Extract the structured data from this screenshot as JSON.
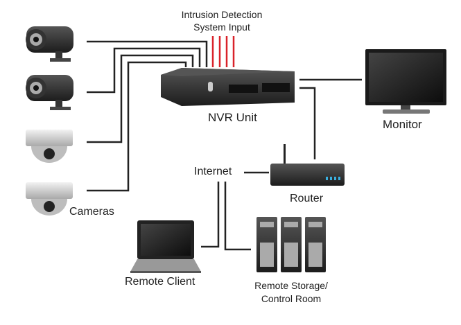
{
  "labels": {
    "ids_line1": "Intrusion Detection",
    "ids_line2": "System Input",
    "nvr": "NVR Unit",
    "monitor": "Monitor",
    "internet": "Internet",
    "router": "Router",
    "cameras": "Cameras",
    "remote_client": "Remote Client",
    "storage_line1": "Remote Storage/",
    "storage_line2": "Control Room"
  },
  "colors": {
    "wire": "#222222",
    "ids_wire": "#d9222a",
    "device": "#2b2b2b"
  }
}
